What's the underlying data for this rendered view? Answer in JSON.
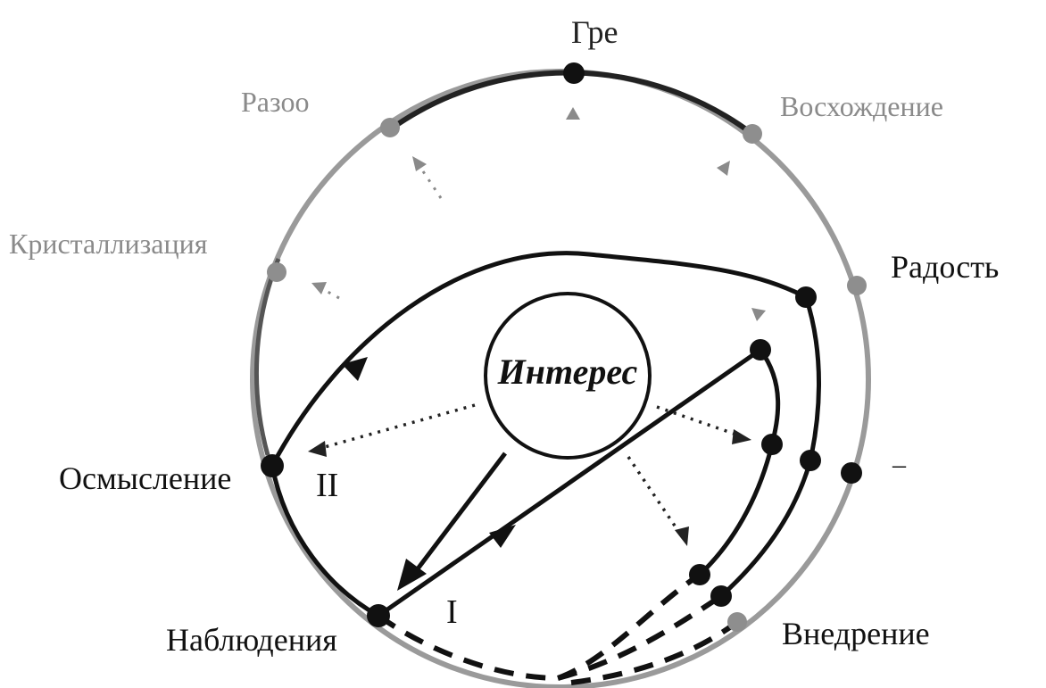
{
  "diagram": {
    "center": {
      "label": "Интерес"
    },
    "labels": {
      "top": "Гре",
      "top_left": "Разоо",
      "top_right": "Восхождение",
      "left_upper": "Кристаллизация",
      "right_upper": "Радость",
      "left": "Осмысление",
      "right_dash": "–",
      "bottom_left": "Наблюдения",
      "bottom_right": "Внедрение"
    },
    "loop_markers": {
      "first": "I",
      "second": "II"
    },
    "colors": {
      "ink": "#111111",
      "outer_ring": "#9a9a9a",
      "faded_text": "#8a8a8a",
      "grey_node": "#8e8e8e"
    }
  }
}
